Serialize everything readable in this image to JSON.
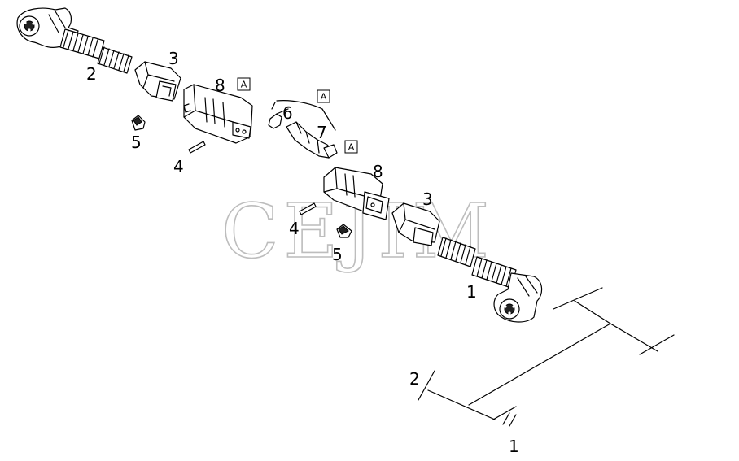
{
  "callouts": {
    "c1_top": "2",
    "c2_top": "3",
    "c3_top": "8",
    "c4_top": "5",
    "c5_top": "4",
    "c6": "6",
    "c7": "7",
    "c8_bot": "8",
    "c9_bot": "3",
    "c10_bot": "4",
    "c11_bot": "5",
    "c12_bot": "1",
    "c13_schem": "2",
    "c14_schem": "1"
  },
  "ref_boxes": {
    "box1": "A",
    "box2": "A",
    "box3": "A"
  },
  "watermark": "CEJIM"
}
